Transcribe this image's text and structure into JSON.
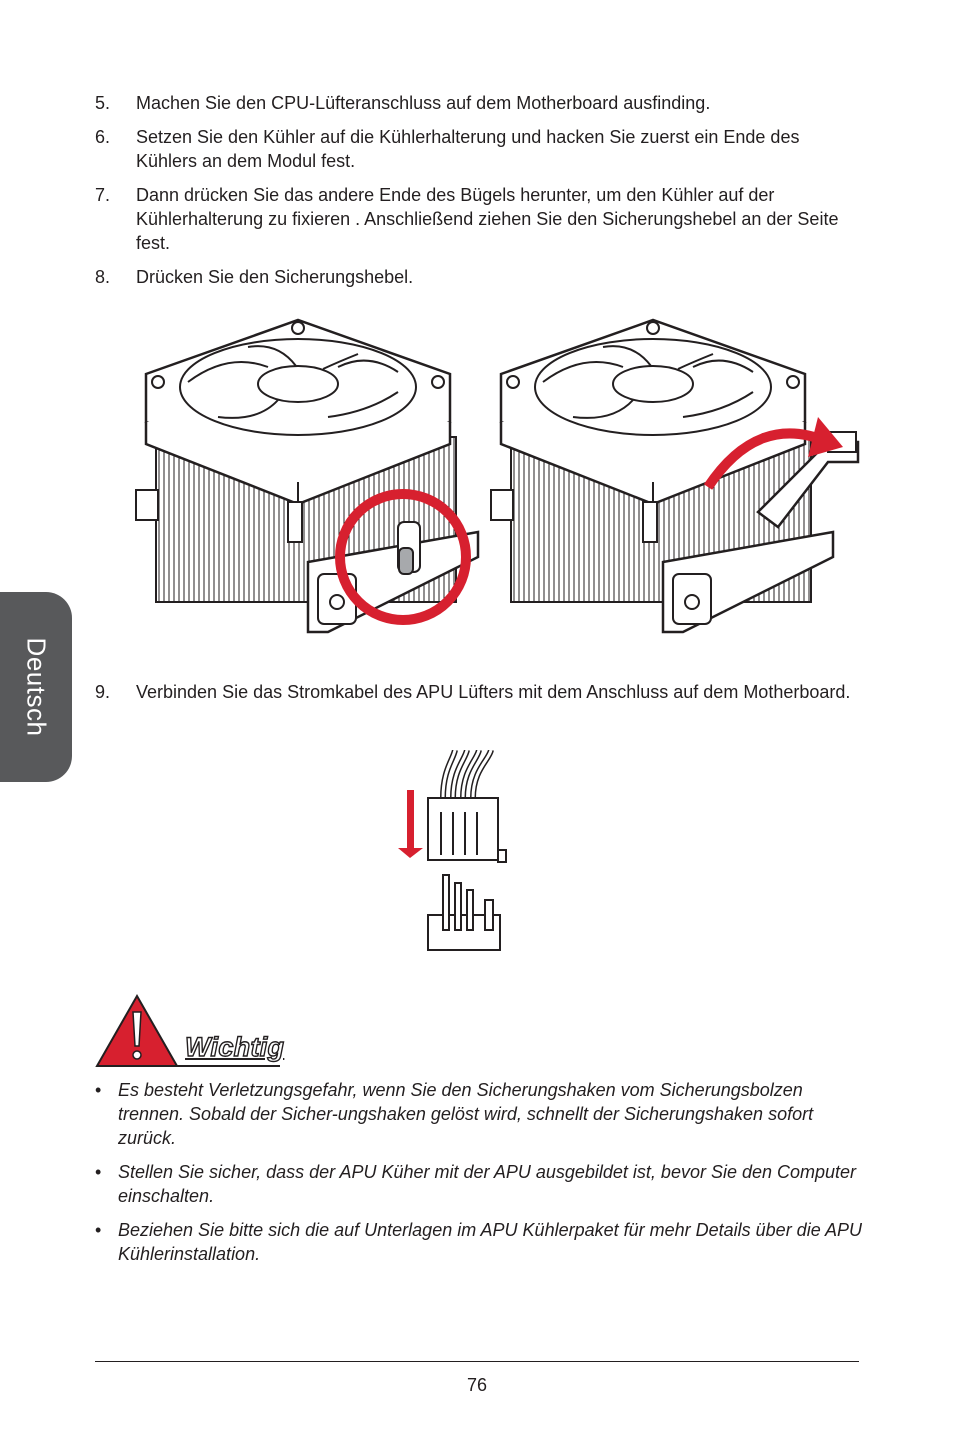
{
  "side_tab": {
    "label": "Deutsch"
  },
  "steps": [
    {
      "num": "5.",
      "text": "Machen Sie den CPU-Lüfteranschluss auf dem Motherboard ausfinding."
    },
    {
      "num": "6.",
      "text": "Setzen Sie den Kühler auf die Kühlerhalterung und hacken Sie zuerst ein Ende des Kühlers an dem Modul fest."
    },
    {
      "num": "7.",
      "text": "Dann drücken Sie das andere Ende des Bügels herunter, um den Kühler auf der Kühlerhalterung zu fixieren . Anschließend ziehen Sie den Sicherungshebel an der Seite fest."
    },
    {
      "num": "8.",
      "text": "Drücken Sie den Sicherungshebel."
    },
    {
      "num": "9.",
      "text": "Verbinden Sie das Stromkabel des APU Lüfters mit dem Anschluss auf dem Motherboard."
    }
  ],
  "important": {
    "title": "Wichtig",
    "bullets": [
      "Es besteht Verletzungsgefahr, wenn Sie den Sicherungshaken vom Sicherungsbolzen trennen. Sobald der Sicher-ungshaken gelöst wird, schnellt der Sicherungshaken sofort zurück.",
      "Stellen Sie sicher, dass der APU Küher mit der APU ausgebildet ist, bevor Sie den Computer einschalten.",
      "Beziehen Sie bitte sich die auf Unterlagen im APU Kühlerpaket für mehr Details über die APU Kühlerinstallation."
    ],
    "bullet_char": "•"
  },
  "footer": {
    "page_number": "76"
  },
  "colors": {
    "accent_red": "#d7202f",
    "tab_gray": "#58595b",
    "text": "#231f20"
  },
  "icons": [
    "warning-triangle-icon",
    "cpu-cooler-illustration",
    "fan-connector-illustration"
  ]
}
